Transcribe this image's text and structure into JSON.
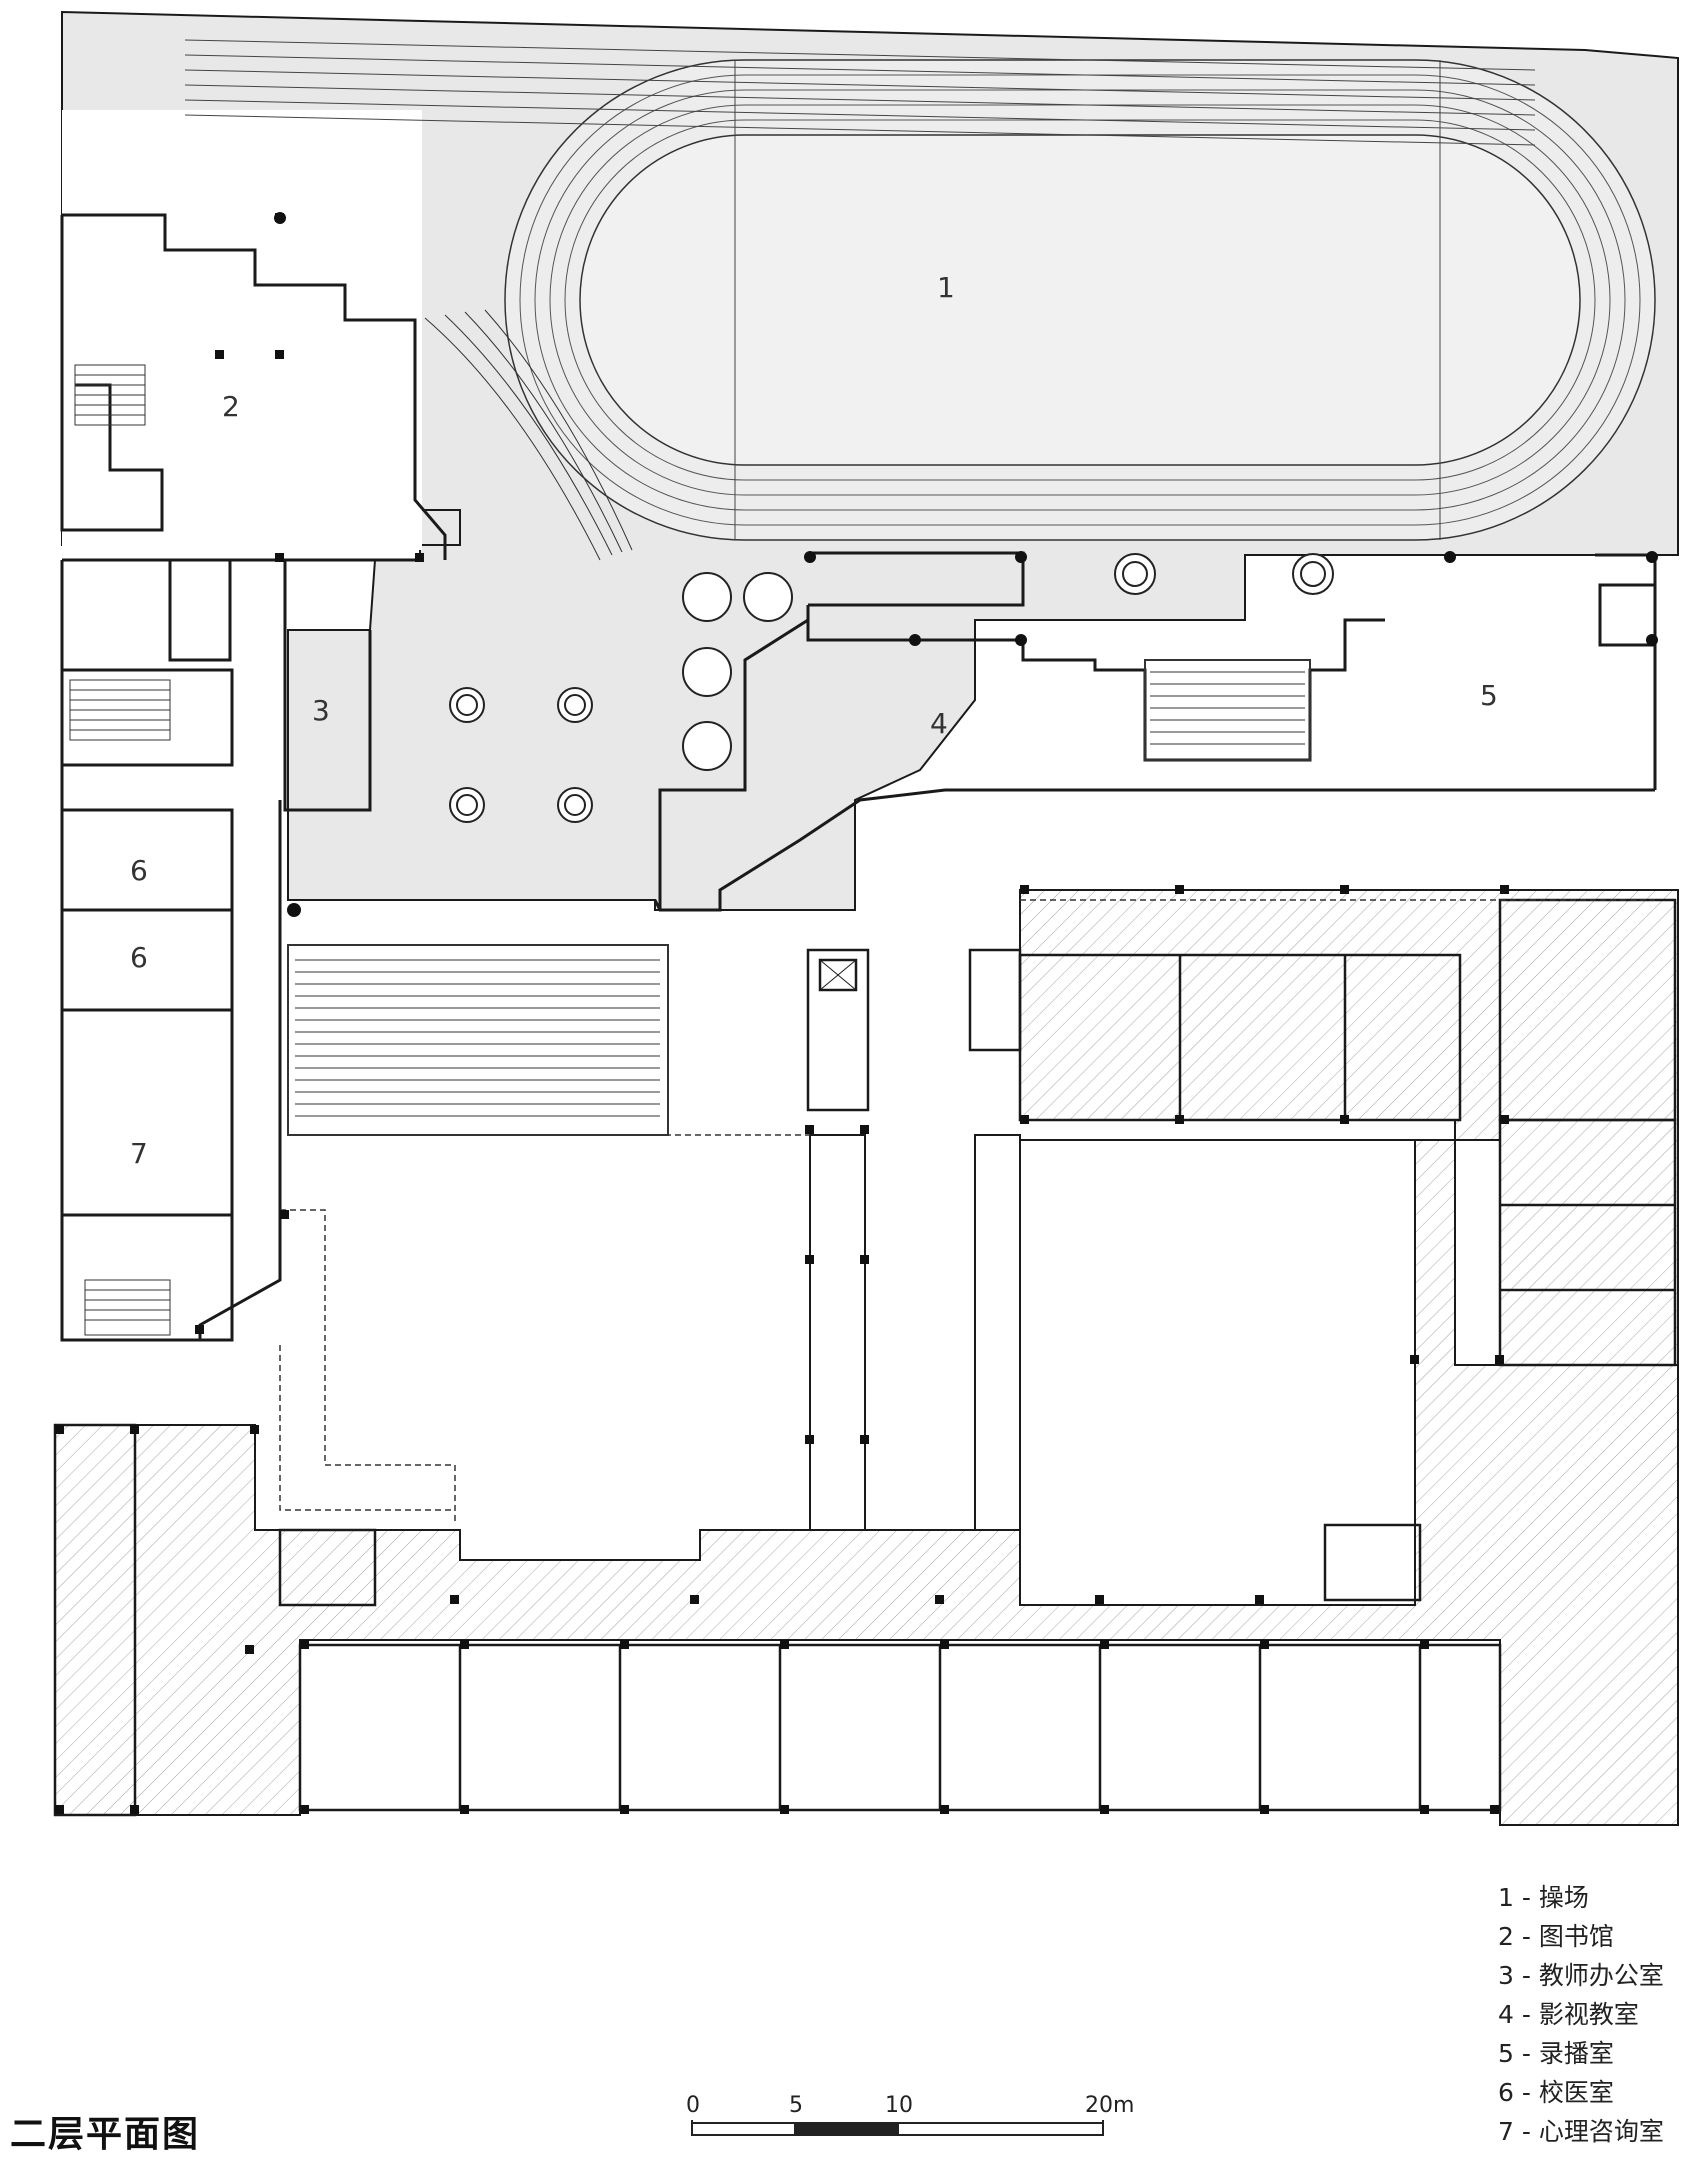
{
  "title": "二层平面图",
  "rooms": [
    {
      "num": "1",
      "name": "操场"
    },
    {
      "num": "2",
      "name": "图书馆"
    },
    {
      "num": "3",
      "name": "教师办公室"
    },
    {
      "num": "4",
      "name": "影视教室"
    },
    {
      "num": "5",
      "name": "录播室"
    },
    {
      "num": "6",
      "name": "校医室"
    },
    {
      "num": "7",
      "name": "心理咨询室"
    }
  ],
  "legend": [
    "1 - 操场",
    "2 - 图书馆",
    "3 - 教师办公室",
    "4 - 影视教室",
    "5 - 录播室",
    "6 - 校医室",
    "7 - 心理咨询室"
  ],
  "scale": {
    "labels": [
      "0",
      "5",
      "10",
      "20m"
    ]
  },
  "colors": {
    "line": "#1a1a1a",
    "plaza": "#e9e9e9",
    "hatch": "#9a9a9a",
    "background": "#ffffff"
  }
}
